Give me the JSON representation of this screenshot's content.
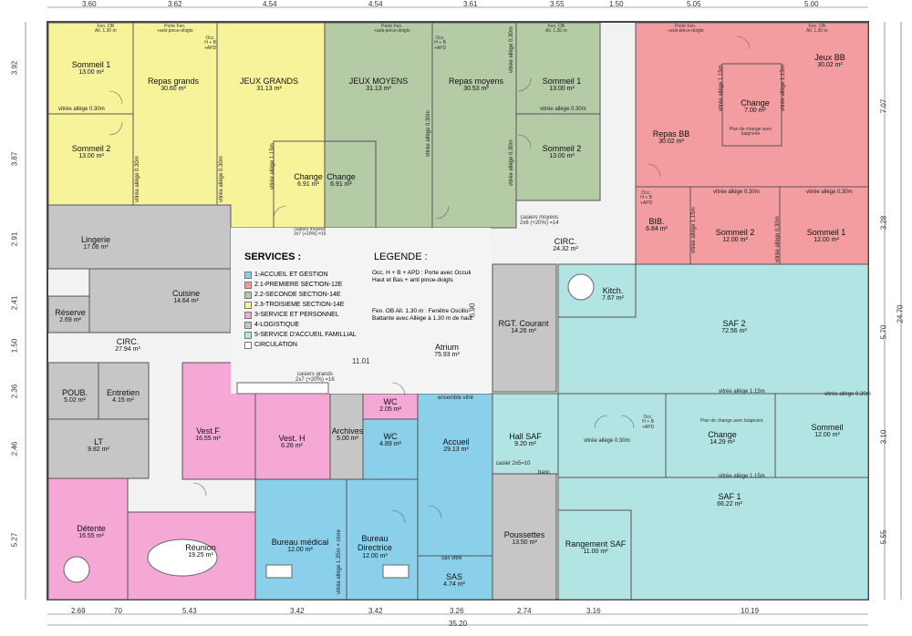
{
  "colors": {
    "creche": "#f7f39a",
    "moyens": "#b5cba6",
    "bebes": "#f49da0",
    "personnel": "#c6c6c6",
    "logistique": "#e0e0e0",
    "accueil": "#8ad0ea",
    "saf": "#b2e4e4",
    "vest": "#f5a8d6",
    "circulation": "#f2f2f2"
  },
  "dims": {
    "top": [
      "3.60",
      "3.62",
      "4.54",
      "4.54",
      "3.61",
      "3.55",
      "1.50",
      "5.05",
      "5.00"
    ],
    "bottom": [
      "2.69",
      "70",
      "5.43",
      "3.42",
      "3.42",
      "3.26",
      "2.74",
      "3.16",
      "10.19"
    ],
    "bottom_total": "35.20",
    "left": [
      "3.92",
      "3.87",
      "2.91",
      "2.41",
      "1.50",
      "2.36",
      "2.46",
      "5.27"
    ],
    "right": [
      "7.07",
      "3.28",
      "5.70",
      "3.10",
      "5.55"
    ],
    "right_total": "24.70",
    "inner_v": "6.90",
    "inner_h": "11.01"
  },
  "rooms": {
    "sommeil1a": {
      "name": "Sommeil 1",
      "area": "13.00 m²"
    },
    "sommeil2a": {
      "name": "Sommeil 2",
      "area": "13.00 m²"
    },
    "repas_grands": {
      "name": "Repas grands",
      "area": "30.60 m²"
    },
    "jeux_grands": {
      "name": "JEUX GRANDS",
      "area": "31.13 m²"
    },
    "change1": {
      "name": "Change",
      "area": "6.91 m²"
    },
    "change2": {
      "name": "Change",
      "area": "6.91 m²"
    },
    "jeux_moyens": {
      "name": "JEUX MOYENS",
      "area": "31.13 m²"
    },
    "repas_moyens": {
      "name": "Repas moyens",
      "area": "30.53 m²"
    },
    "sommeil1b": {
      "name": "Sommeil 1",
      "area": "13.00 m²"
    },
    "sommeil2b": {
      "name": "Sommeil 2",
      "area": "13.00 m²"
    },
    "jeux_bb": {
      "name": "Jeux BB",
      "area": "30.02 m²"
    },
    "change_bb": {
      "name": "Change",
      "area": "7.00 m²"
    },
    "repas_bb": {
      "name": "Repas BB",
      "area": "30.02 m²"
    },
    "bib": {
      "name": "BIB.",
      "area": "6.84 m²"
    },
    "sommeil2c": {
      "name": "Sommeil 2",
      "area": "12.00 m²"
    },
    "sommeil1c": {
      "name": "Sommeil 1",
      "area": "12.00 m²"
    },
    "lingerie": {
      "name": "Lingerie",
      "area": "17.06 m²"
    },
    "reserve": {
      "name": "Réserve",
      "area": "2.69 m²"
    },
    "cuisine": {
      "name": "Cuisine",
      "area": "14.64 m²"
    },
    "circ1": {
      "name": "CIRC.",
      "area": "27.94 m²"
    },
    "circ2": {
      "name": "CIRC.",
      "area": "24.32 m²"
    },
    "poub": {
      "name": "POUB.",
      "area": "5.02 m²"
    },
    "entretien": {
      "name": "Entretien",
      "area": "4.15 m²"
    },
    "lt": {
      "name": "LT",
      "area": "9.82 m²"
    },
    "detente": {
      "name": "Détente",
      "area": "16.55 m²"
    },
    "reunion": {
      "name": "Réunion",
      "area": "19.25 m²"
    },
    "vest_f": {
      "name": "Vest.F",
      "area": "16.55 m²"
    },
    "vest_h": {
      "name": "Vest. H",
      "area": "6.26 m²"
    },
    "archives": {
      "name": "Archives",
      "area": "5.00 m²"
    },
    "wc1": {
      "name": "WC",
      "area": "2.05 m²"
    },
    "wc2": {
      "name": "WC",
      "area": "4.89 m²"
    },
    "bureau_medical": {
      "name": "Bureau médical",
      "area": "12.00 m²"
    },
    "bureau_directrice": {
      "name": "Bureau Directrice",
      "area": "12.00 m²"
    },
    "accueil": {
      "name": "Accueil",
      "area": "29.13 m²"
    },
    "sas": {
      "name": "SAS",
      "area": "4.74 m²"
    },
    "atrium": {
      "name": "Atrium",
      "area": "75.93 m²"
    },
    "rgt_courant": {
      "name": "RGT. Courant",
      "area": "14.26 m²"
    },
    "hall_saf": {
      "name": "Hall SAF",
      "area": "9.20 m²"
    },
    "poussettes": {
      "name": "Poussettes",
      "area": "13.50 m²"
    },
    "rangement_saf": {
      "name": "Rangement SAF",
      "area": "11.00 m²"
    },
    "kitch": {
      "name": "Kitch.",
      "area": "7.67 m²"
    },
    "saf2": {
      "name": "SAF 2",
      "area": "72.56 m²"
    },
    "change_saf": {
      "name": "Change",
      "area": "14.29 m²"
    },
    "sommeil_saf": {
      "name": "Sommeil",
      "area": "12.00 m²"
    },
    "saf1": {
      "name": "SAF 1",
      "area": "66.22 m²"
    }
  },
  "notes": {
    "vitree_030": "vitrée allège 0.30m",
    "vitree_115": "vitrée allège 1.15m",
    "casiers_moyens_1": "casiers moyens",
    "casiers_moyens_1b": "2x7 (+20%) =16",
    "casiers_moyens_2": "casiers moyens",
    "casiers_moyens_2b": "2x6 (+20%) =14",
    "casiers_grands": "casiers grands",
    "casiers_grands_b": "2x7 (+20%) =16",
    "ensemble_vitre": "ensemble vitré",
    "casier_2x5": "casier 2x5=10",
    "banc": "banc",
    "sas_vitre": "sas vitré",
    "vitree_store": "vitrée allège 1.35m + store",
    "porte_fen": "Porte Fen.",
    "anti_pince": "+anti-pince-doigts",
    "fen_ob": "Fen. OB",
    "all_130": "All. 1.30 m",
    "occ": "Occ.",
    "hb": "H + B",
    "apd": "+APD",
    "plan_change": "Plan de change avec baignoire"
  },
  "legend": {
    "services_title": "SERVICES :",
    "services": [
      {
        "label": "1-ACCUEIL ET GESTION",
        "color": "#8ad0ea"
      },
      {
        "label": "2.1-PREMIERE SECTION-12E",
        "color": "#f49da0"
      },
      {
        "label": "2.2-SECONDE SECTION-14E",
        "color": "#b5cba6"
      },
      {
        "label": "2.3-TROISIEME SECTION-14E",
        "color": "#f7f39a"
      },
      {
        "label": "3-SERVICE ET PERSONNEL",
        "color": "#f5a8d6"
      },
      {
        "label": "4-LOGISTIQUE",
        "color": "#c6c6c6"
      },
      {
        "label": "5-SERVICE D'ACCUEIL FAMILLIAL",
        "color": "#b2e4e4"
      },
      {
        "label": "CIRCULATION",
        "color": "#ffffff"
      }
    ],
    "legende_title": "LEGENDE :",
    "legende_line1": "Occ. H + B + APD : Porte avec Occuli Haut et Bas + anti pince-doigts",
    "legende_line2": "Fen. OB All. 1.30 m : Fenêtre Oscillo-Battante avec Allège à 1.30 m de haut"
  }
}
